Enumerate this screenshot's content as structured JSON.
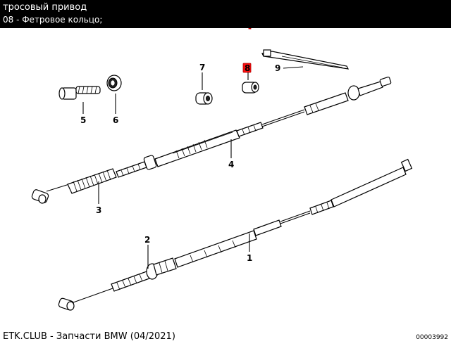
{
  "header": {
    "title": "тросовый привод",
    "subtitle": "08 - Фетровое кольцо;"
  },
  "diagram": {
    "callouts": [
      {
        "id": "1",
        "label": "1"
      },
      {
        "id": "2",
        "label": "2"
      },
      {
        "id": "3",
        "label": "3"
      },
      {
        "id": "4",
        "label": "4"
      },
      {
        "id": "5",
        "label": "5"
      },
      {
        "id": "6",
        "label": "6"
      },
      {
        "id": "7",
        "label": "7"
      },
      {
        "id": "8",
        "label": "8",
        "highlighted": true
      },
      {
        "id": "9",
        "label": "9"
      }
    ],
    "highlight_color": "#ff1010"
  },
  "footer": {
    "copyright": "ETK.CLUB - Запчасти BMW (04/2021)",
    "code": "00003992"
  }
}
